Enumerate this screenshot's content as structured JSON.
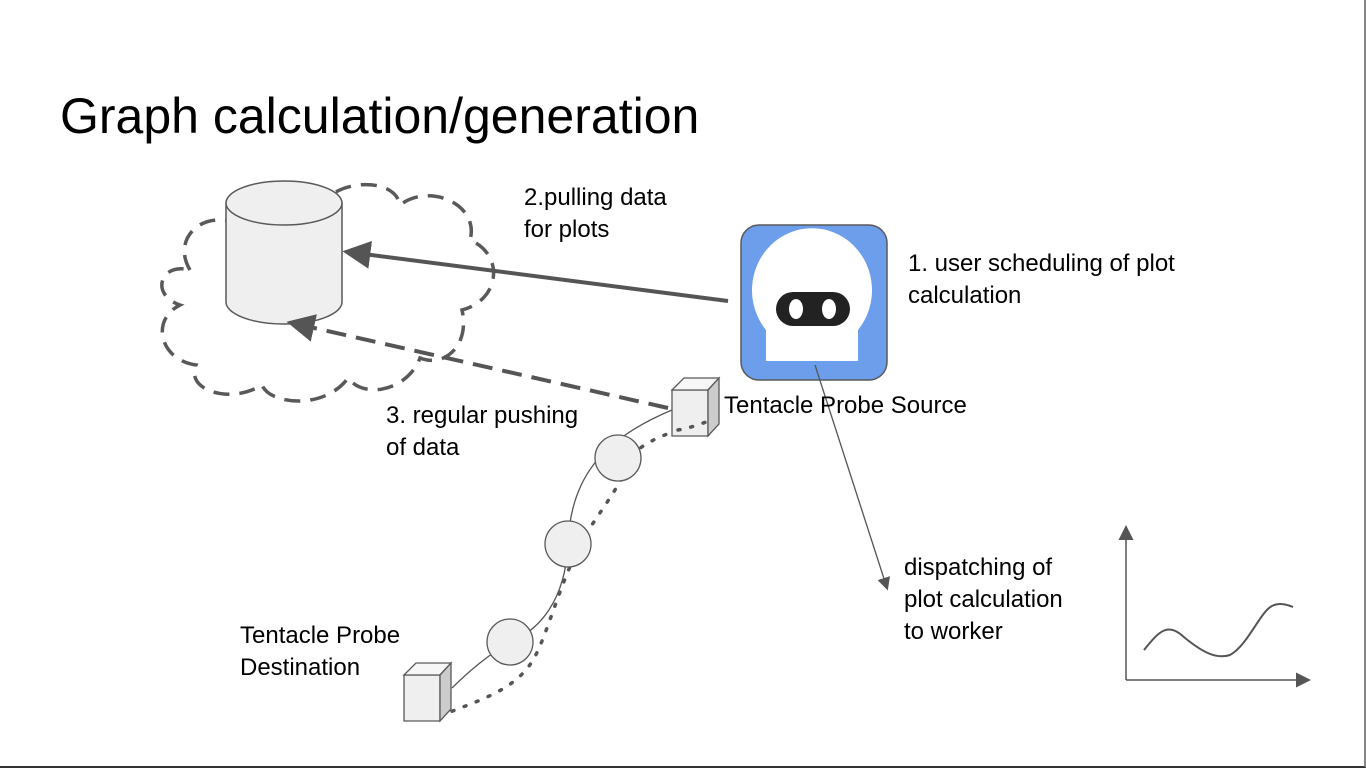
{
  "slide": {
    "title": "Graph calculation/generation"
  },
  "labels": {
    "pulling_line1": "2.pulling data",
    "pulling_line2": "for plots",
    "scheduling_line1": "1. user scheduling of plot",
    "scheduling_line2": "calculation",
    "probe_source": "Tentacle Probe Source",
    "pushing_line1": "3. regular pushing",
    "pushing_line2": "of data",
    "dispatching_line1": "dispatching of",
    "dispatching_line2": "plot calculation",
    "dispatching_line3": "to worker",
    "probe_destination_line1": "Tentacle Probe",
    "probe_destination_line2": "Destination"
  },
  "icons": {
    "cloud": "cloud-icon",
    "database": "database-icon",
    "robot": "robot-icon",
    "probe": "cube-icon",
    "node": "circle-node-icon",
    "chart": "line-chart-icon"
  },
  "colors": {
    "robot_bg": "#6d9eeb",
    "arrow": "#555555",
    "shape_fill": "#efefef",
    "shape_stroke": "#595959"
  }
}
